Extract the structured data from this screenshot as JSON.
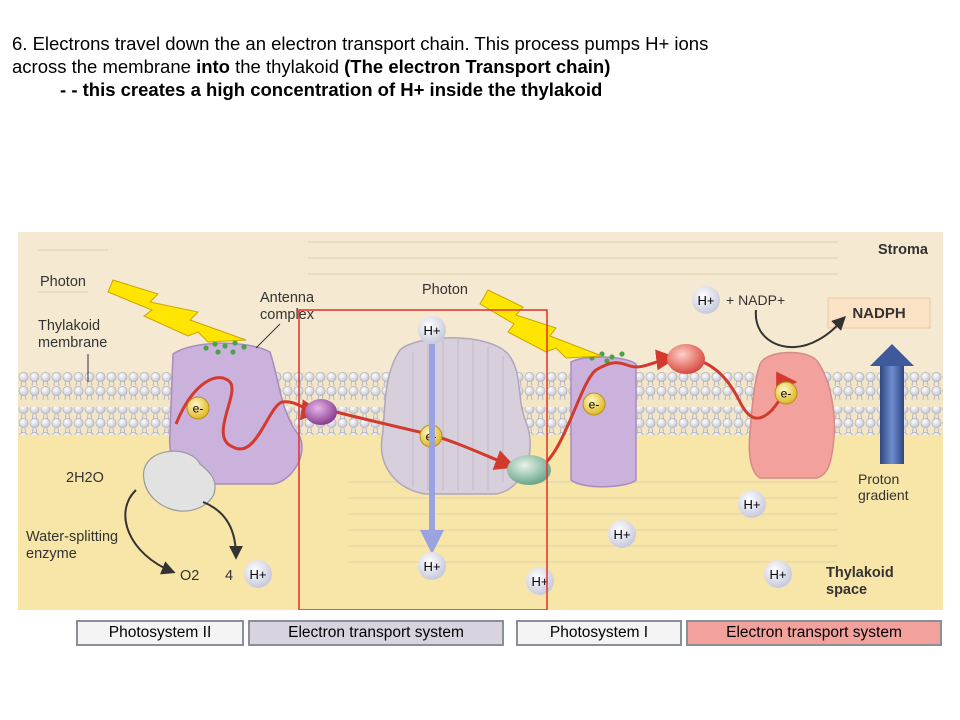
{
  "slide": {
    "line1": "6. Electrons travel down the an electron transport chain. This process pumps H+ ions",
    "line2_pre": "across the membrane ",
    "line2_bold1": "into",
    "line2_mid": " the thylakoid ",
    "line2_bold2": "(The electron Transport chain)",
    "line3": "- this creates a high concentration of H+ inside the thylakoid"
  },
  "diagram": {
    "stroma": "Stroma",
    "thylakoid_space_1": "Thylakoid",
    "thylakoid_space_2": "space",
    "photon_left": "Photon",
    "photon_right": "Photon",
    "antenna_1": "Antenna",
    "antenna_2": "complex",
    "thylakoid_membrane_1": "Thylakoid",
    "thylakoid_membrane_2": "membrane",
    "water": "2H2O",
    "water_enzyme_1": "Water-splitting",
    "water_enzyme_2": "enzyme",
    "oxygen": "O2",
    "four_h": "4",
    "h_plus": "H+",
    "nadp": "+ NADP+",
    "nadph": "NADPH",
    "electron": "e-",
    "proton_gradient_1": "Proton",
    "proton_gradient_2": "gradient"
  },
  "legend": [
    {
      "label": "Photosystem II",
      "color": "#f4f4f4"
    },
    {
      "label": "Electron transport system",
      "color": "#d9d3df"
    },
    {
      "label": "Photosystem I",
      "color": "#f4f4f4"
    },
    {
      "label": "Electron transport system",
      "color": "#f2a19d"
    }
  ],
  "colors": {
    "stroma_bg": "#f5e9d2",
    "lumen_bg": "#f7e6a8",
    "ps_purple": "#cbb2dc",
    "cytochrome": "#d7cfdc",
    "ps1_red": "#f2a19d",
    "electron_path": "#d23a2e",
    "highlight_box": "#e0312b",
    "gradient_arrow": "#3e5a9c"
  }
}
